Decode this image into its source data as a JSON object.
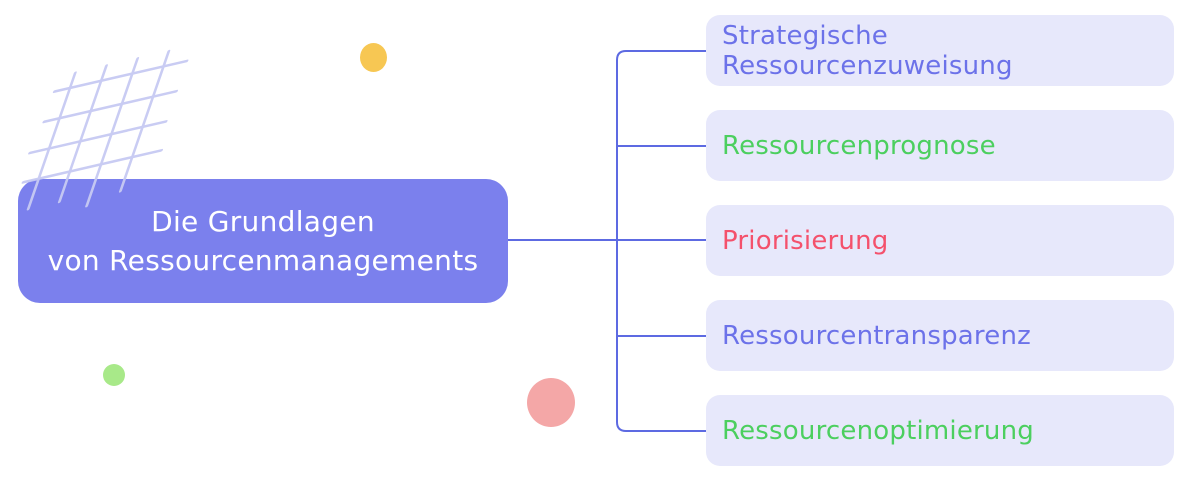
{
  "root": {
    "label_line1": "Die Grundlagen",
    "label_line2": "von Ressourcenmanagements",
    "bg_color": "#7b80ed",
    "text_color": "#ffffff"
  },
  "branches": [
    {
      "label": "Strategische Ressourcenzuweisung",
      "color": "#6c72e9"
    },
    {
      "label": "Ressourcenprognose",
      "color": "#4ccf5f"
    },
    {
      "label": "Priorisierung",
      "color": "#f4516c"
    },
    {
      "label": "Ressourcentransparenz",
      "color": "#6c72e9"
    },
    {
      "label": "Ressourcenoptimierung",
      "color": "#4ccf5f"
    }
  ],
  "nodes": {
    "branch_bg": "#e7e8fb"
  },
  "connector": {
    "color": "#5d6ae2"
  },
  "decor": {
    "grid_color": "#c7caf3",
    "yellow_dot_color": "#f7c753",
    "green_dot_color": "#a8e989",
    "pink_dot_color": "#f4a7a7"
  }
}
